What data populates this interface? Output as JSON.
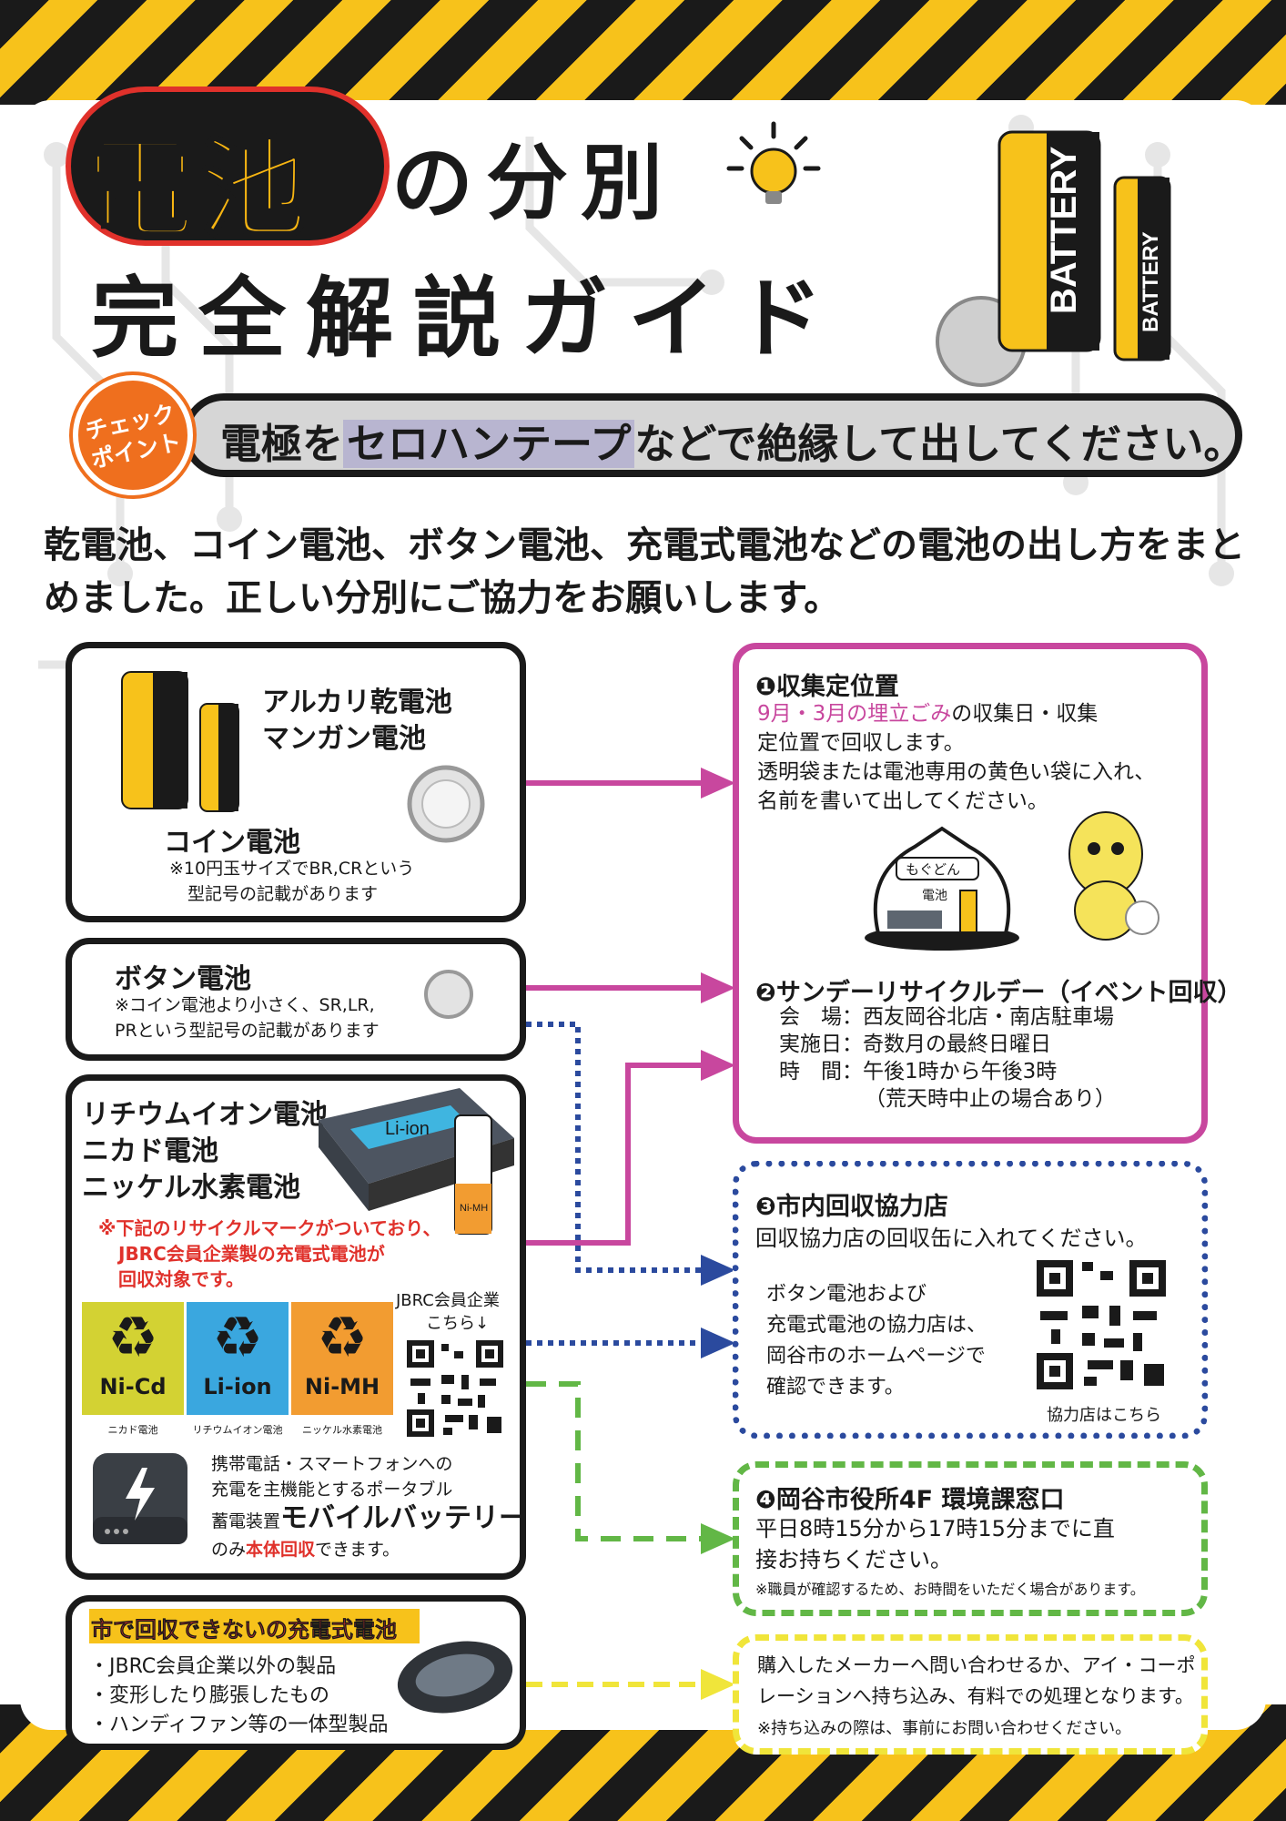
{
  "title": {
    "den_chi": "電池",
    "line1": "の分別",
    "line2": "完全解説ガイド"
  },
  "check_point": {
    "badge_line1": "チェック",
    "badge_line2": "ポイント",
    "text_before": "電極を",
    "text_highlight": "セロハンテープ",
    "text_after": "などで絶縁して出してください。"
  },
  "intro": "乾電池、コイン電池、ボタン電池、充電式電池などの電池の出し方をまとめました。正しい分別にご協力をお願いします。",
  "illustration_labels": {
    "battery_big": "BATTERY",
    "battery_small": "BATTERY",
    "bag_name": "もぐどん",
    "bag_item": "電池",
    "liion_pack": "Li-ion",
    "nimh_cell": "Ni-MH"
  },
  "box1": {
    "label1": "アルカリ乾電池",
    "label2": "マンガン電池",
    "coin_title": "コイン電池",
    "coin_note1": "※10円玉サイズでBR,CRという",
    "coin_note2": "型記号の記載があります"
  },
  "box2": {
    "title": "ボタン電池",
    "note1": "※コイン電池より小さく、SR,LR,",
    "note2": "PRという型記号の記載があります"
  },
  "box3": {
    "title1": "リチウムイオン電池",
    "title2": "ニカド電池",
    "title3": "ニッケル水素電池",
    "note1": "※下記のリサイクルマークがついており、",
    "note2": "JBRC会員企業製の充電式電池が",
    "note3": "回収対象です。",
    "jbrc_line1": "JBRC会員企業",
    "jbrc_line2": "こちら↓",
    "marks": [
      {
        "code": "Ni-Cd",
        "caption": "ニカド電池",
        "color": "#d3d233"
      },
      {
        "code": "Li-ion",
        "caption": "リチウムイオン電池",
        "color": "#3aa7df"
      },
      {
        "code": "Ni-MH",
        "caption": "ニッケル水素電池",
        "color": "#f29c31"
      }
    ],
    "mobile_line1": "携帯電話・スマートフォンへの",
    "mobile_line2": "充電を主機能とするポータブル",
    "mobile_line3_a": "蓄電装置",
    "mobile_line3_b": "モバイルバッテリー",
    "mobile_line4_a": "のみ",
    "mobile_line4_b": "本体回収",
    "mobile_line4_c": "できます。"
  },
  "box4": {
    "title": "市で回収できないの充電式電池",
    "item1": "・JBRC会員企業以外の製品",
    "item2": "・変形したり膨張したもの",
    "item3": "・ハンディファン等の一体型製品"
  },
  "r1": {
    "title": "❶収集定位置",
    "line1_a": "9月・3月の埋立ごみ",
    "line1_b": "の収集日・収集",
    "line2": "定位置で回収します。",
    "line3": "透明袋または電池専用の黄色い袋に入れ、",
    "line4": "名前を書いて出してください。"
  },
  "r2": {
    "title": "❷サンデーリサイクルデー（イベント回収）",
    "row1": "会　場：西友岡谷北店・南店駐車場",
    "row2": "実施日：奇数月の最終日曜日",
    "row3": "時　間：午後1時から午後3時",
    "row4": "（荒天時中止の場合あり）"
  },
  "r3": {
    "title": "❸市内回収協力店",
    "line1": "回収協力店の回収缶に入れてください。",
    "note1": "ボタン電池および",
    "note2": "充電式電池の協力店は、",
    "note3": "岡谷市のホームページで",
    "note4": "確認できます。",
    "qr_caption": "協力店はこちら"
  },
  "r4": {
    "title": "❹岡谷市役所4F 環境課窓口",
    "line1": "平日8時15分から17時15分までに直",
    "line2": "接お持ちください。",
    "note": "※職員が確認するため、お時間をいただく場合があります。"
  },
  "r5": {
    "line1": "購入したメーカーへ問い合わせるか、アイ・コーポ",
    "line2": "レーションへ持ち込み、有料での処理となります。",
    "note": "※持ち込みの際は、事前にお問い合わせください。"
  },
  "colors": {
    "magenta": "#c8479e",
    "navy": "#2b4a9e",
    "green": "#62b746",
    "yellow": "#f7c21b",
    "red": "#e0312b",
    "orange": "#ef6f1e"
  }
}
